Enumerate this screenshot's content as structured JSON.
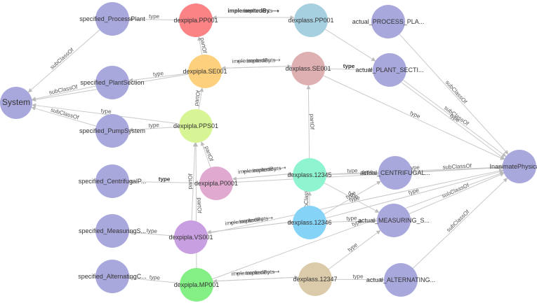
{
  "nodes": [
    {
      "id": "system",
      "label": "System",
      "color": "#a9a8dd"
    },
    {
      "id": "sp_plant",
      "label": "specified_ProcessPlant",
      "color": "#a9a8dd"
    },
    {
      "id": "sp_section",
      "label": "specified_PlantSection",
      "color": "#a9a8dd"
    },
    {
      "id": "sp_pump",
      "label": "specified_PumpSystem",
      "color": "#a9a8dd"
    },
    {
      "id": "sp_centrifugal",
      "label": "specified_CentrifugalP...",
      "color": "#a9a8dd"
    },
    {
      "id": "sp_measuring",
      "label": "specified_MeasuringS...",
      "color": "#a9a8dd"
    },
    {
      "id": "sp_alternating",
      "label": "specified_AlternatingC...",
      "color": "#a9a8dd"
    },
    {
      "id": "dp_pp001",
      "label": "dexpipla.PP001",
      "color": "#fb8285"
    },
    {
      "id": "dp_se001",
      "label": "dexpipla.SE001",
      "color": "#fdd07d"
    },
    {
      "id": "dp_pps01",
      "label": "dexpipla.PPS01",
      "color": "#d7f595"
    },
    {
      "id": "dp_p0001",
      "label": "dexpipla.P0001",
      "color": "#e0a9d0"
    },
    {
      "id": "dp_vs001",
      "label": "dexpipla.VS001",
      "color": "#c89fe0"
    },
    {
      "id": "dp_mp001",
      "label": "dexpipla.MP001",
      "color": "#84ef84"
    },
    {
      "id": "dc_pp001",
      "label": "dexplass.PP001",
      "color": "#a6cfe0"
    },
    {
      "id": "dc_se001",
      "label": "dexplass.SE001",
      "color": "#dfb0b2"
    },
    {
      "id": "dc_12345",
      "label": "dexplass.12345",
      "color": "#8ef5d0"
    },
    {
      "id": "dc_12346",
      "label": "dexplass.12346",
      "color": "#86d3f8"
    },
    {
      "id": "dc_12347",
      "label": "dexplass.12347",
      "color": "#dccbab"
    },
    {
      "id": "ac_plant",
      "label": "actual_PROCESS_PLA...",
      "color": "#a9a8dd"
    },
    {
      "id": "ac_section",
      "label": "actual_PLANT_SECTI...",
      "color": "#a9a8dd"
    },
    {
      "id": "ac_centrifugal",
      "label": "actual_CENTRIFUGAL...",
      "color": "#a9a8dd"
    },
    {
      "id": "ac_measuring",
      "label": "actual_MEASURING_S...",
      "color": "#a9a8dd"
    },
    {
      "id": "ac_alternating",
      "label": "actual_ALTERNATING...",
      "color": "#a9a8dd"
    },
    {
      "id": "inanimate",
      "label": "InanimatePhysicalOb",
      "color": "#a9a8dd"
    }
  ],
  "edges": [
    {
      "from": "sp_plant",
      "to": "system",
      "label": "subClassOf"
    },
    {
      "from": "sp_section",
      "to": "system",
      "label": "subClassOf"
    },
    {
      "from": "sp_pump",
      "to": "system",
      "label": "subClassOf"
    },
    {
      "from": "dp_pp001",
      "to": "sp_plant",
      "label": "type"
    },
    {
      "from": "dp_se001",
      "to": "sp_section",
      "label": "type"
    },
    {
      "from": "dp_se001",
      "to": "system",
      "label": "type"
    },
    {
      "from": "dp_pps01",
      "to": "sp_pump",
      "label": "type"
    },
    {
      "from": "dp_pps01",
      "to": "system",
      "label": "type"
    },
    {
      "from": "dp_p0001",
      "to": "sp_centrifugal",
      "label": "type",
      "bold": true
    },
    {
      "from": "dp_vs001",
      "to": "sp_measuring",
      "label": "type"
    },
    {
      "from": "dp_mp001",
      "to": "sp_alternating",
      "label": "type"
    },
    {
      "from": "dp_se001",
      "to": "dp_pp001",
      "label": "partOf"
    },
    {
      "from": "dp_pps01",
      "to": "dp_se001",
      "label": "partOf"
    },
    {
      "from": "dp_p0001",
      "to": "dp_pps01",
      "label": "partOf"
    },
    {
      "from": "dp_vs001",
      "to": "dp_pps01",
      "label": "partOf"
    },
    {
      "from": "dp_mp001",
      "to": "dp_pps01",
      "label": "partOf"
    },
    {
      "from": "dp_pp001",
      "to": "dc_pp001",
      "label": "implementedBy ⟶",
      "bold": true,
      "offset": -8
    },
    {
      "from": "dc_pp001",
      "to": "dp_pp001",
      "label": "⟵ implements",
      "offset": 8
    },
    {
      "from": "dp_se001",
      "to": "dc_se001",
      "label": "implementedBy ⟶",
      "offset": -8
    },
    {
      "from": "dc_se001",
      "to": "dp_se001",
      "label": "⟵ implements",
      "offset": 8
    },
    {
      "from": "dp_p0001",
      "to": "dc_12345",
      "label": "implementedBy ⟶",
      "offset": -8
    },
    {
      "from": "dc_12345",
      "to": "dp_p0001",
      "label": "⟵ implements",
      "offset": 8
    },
    {
      "from": "dp_vs001",
      "to": "dc_12346",
      "label": "implementedBy ⟶",
      "offset": -8
    },
    {
      "from": "dc_12346",
      "to": "dp_vs001",
      "label": "⟵ implements",
      "offset": 8
    },
    {
      "from": "dp_mp001",
      "to": "dc_12347",
      "label": "implementedBy ⟶",
      "offset": -8
    },
    {
      "from": "dc_12347",
      "to": "dp_mp001",
      "label": "⟵ implements",
      "offset": 8
    },
    {
      "from": "dc_12345",
      "to": "dc_se001",
      "label": "partOf"
    },
    {
      "from": "dc_12346",
      "to": "dc_12345",
      "label": "subClassOf"
    },
    {
      "from": "dc_se001",
      "to": "ac_section",
      "label": "type",
      "bold": true
    },
    {
      "from": "dc_pp001",
      "to": "ac_section",
      "label": ""
    },
    {
      "from": "dc_12345",
      "to": "ac_centrifugal",
      "label": "type"
    },
    {
      "from": "dc_12346",
      "to": "ac_measuring",
      "label": "type"
    },
    {
      "from": "dc_12347",
      "to": "ac_alternating",
      "label": "type"
    },
    {
      "from": "dc_12346",
      "to": "ac_centrifugal",
      "label": "type"
    },
    {
      "from": "dc_12347",
      "to": "ac_measuring",
      "label": "type"
    },
    {
      "from": "dc_12345",
      "to": "ac_measuring",
      "label": "type"
    },
    {
      "from": "ac_plant",
      "to": "inanimate",
      "label": "subClassOf"
    },
    {
      "from": "ac_section",
      "to": "inanimate",
      "label": "subClassOf"
    },
    {
      "from": "ac_centrifugal",
      "to": "inanimate",
      "label": "subClassOf"
    },
    {
      "from": "ac_measuring",
      "to": "inanimate",
      "label": "subClassOf"
    },
    {
      "from": "ac_alternating",
      "to": "inanimate",
      "label": "subClassOf"
    },
    {
      "from": "ac_section",
      "to": "inanimate",
      "label": "type",
      "alt": true
    },
    {
      "from": "dc_se001",
      "to": "inanimate",
      "label": "type"
    },
    {
      "from": "dc_12345",
      "to": "inanimate",
      "label": "type"
    },
    {
      "from": "dc_12346",
      "to": "inanimate",
      "label": "type"
    },
    {
      "from": "dp_vs001",
      "to": "inanimate",
      "label": "type"
    },
    {
      "from": "dp_mp001",
      "to": "inanimate",
      "label": "type"
    },
    {
      "from": "dp_p0001",
      "to": "inanimate",
      "label": "type"
    }
  ]
}
